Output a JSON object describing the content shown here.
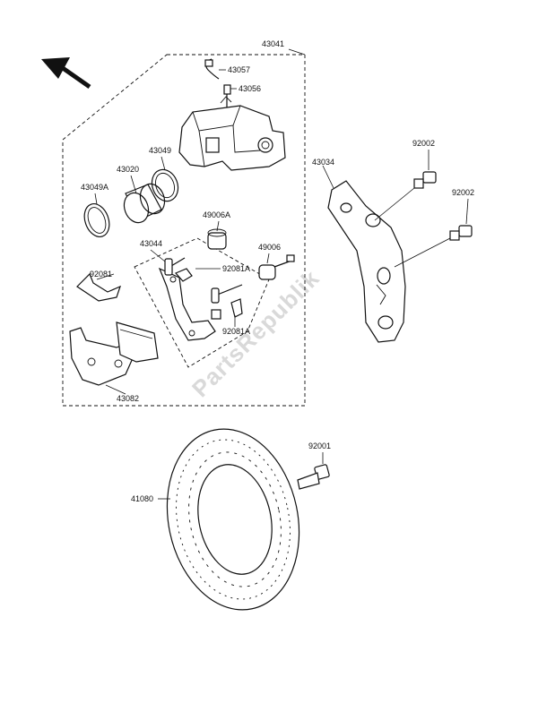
{
  "parts": {
    "caliper_assy": "43041",
    "cap": "43057",
    "bleed_valve": "43056",
    "seal": "43049",
    "piston": "43020",
    "dust_seal": "43049A",
    "boot_a": "49006A",
    "boot": "49006",
    "holder": "43044",
    "spring_a_top": "92081A",
    "spring": "92081",
    "spring_a_bottom": "92081A",
    "pads": "43082",
    "bracket": "43034",
    "bolt_upper": "92002",
    "bolt_lower": "92002",
    "disc_bolt": "92001",
    "disc": "41080"
  },
  "watermark": "PartsRepublik",
  "icons": {
    "direction": "front-arrow-icon"
  }
}
